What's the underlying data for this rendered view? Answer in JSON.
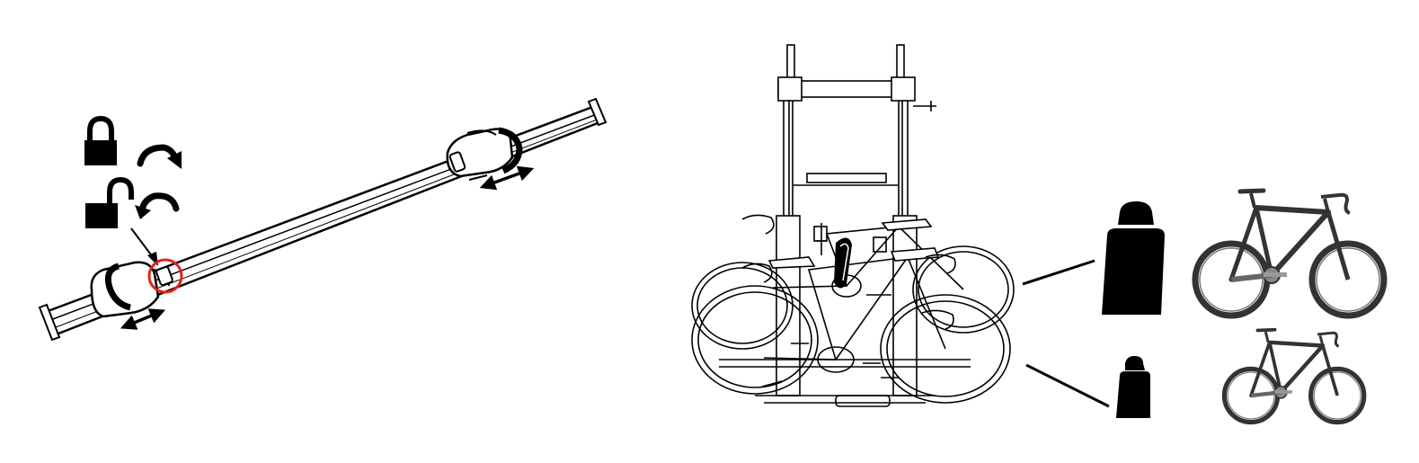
{
  "figure": {
    "background": "#ffffff",
    "ink_color": "#000000",
    "highlight_color": "#e0241b",
    "wheel_gray": "#555555"
  },
  "left_panel": {
    "icons": [
      {
        "name": "lock-icon"
      },
      {
        "name": "rotate-clockwise-arrow-icon"
      },
      {
        "name": "unlock-icon"
      },
      {
        "name": "rotate-counterclockwise-arrow-icon"
      },
      {
        "name": "pointer-arrow-icon"
      },
      {
        "name": "highlight-circle"
      },
      {
        "name": "double-arrow-icon"
      }
    ]
  },
  "right_panel": {
    "weight_comparison": [
      {
        "size": "large",
        "icon": "weight-icon",
        "bike": "bicycle-icon"
      },
      {
        "size": "small",
        "icon": "weight-icon",
        "bike": "bicycle-icon"
      }
    ]
  }
}
